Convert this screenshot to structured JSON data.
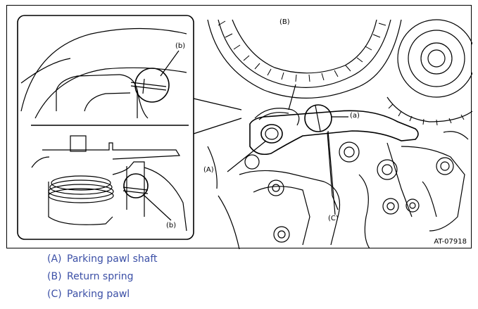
{
  "figure": {
    "code": "AT-07918",
    "callouts": {
      "a": "(a)",
      "b": "(b)",
      "A": "(A)",
      "B": "(B)",
      "C": "(C)"
    }
  },
  "legend": [
    {
      "key": "(A)",
      "text": "Parking pawl shaft"
    },
    {
      "key": "(B)",
      "text": "Return spring"
    },
    {
      "key": "(C)",
      "text": "Parking pawl"
    }
  ],
  "colors": {
    "legend_text": "#3b4fa6",
    "line": "#000000"
  }
}
